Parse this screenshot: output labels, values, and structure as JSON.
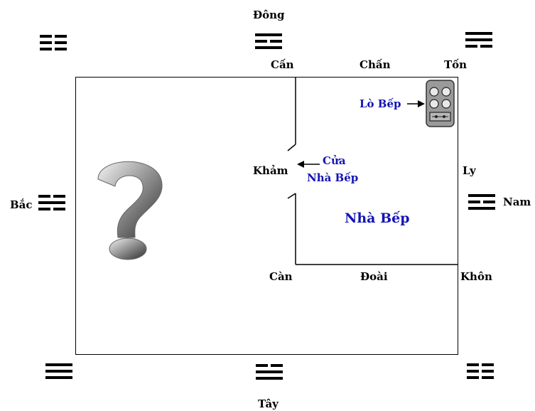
{
  "directions": {
    "east": "Đông",
    "west": "Tây",
    "north": "Bắc",
    "south": "Nam"
  },
  "sectors": {
    "can_mountain": "Cấn",
    "chan": "Chấn",
    "ton": "Tốn",
    "kham": "Khảm",
    "ly": "Ly",
    "can_heaven": "Càn",
    "doai": "Đoài",
    "khon": "Khôn"
  },
  "kitchen": {
    "room_label": "Nhà Bếp",
    "door_line1": "Cửa",
    "door_line2": "Nhà Bếp",
    "stove_label": "Lò Bếp"
  },
  "unknown_symbol": "?",
  "trigrams": {
    "top_left": [
      "broken",
      "broken",
      "broken"
    ],
    "top_center": [
      "solid",
      "broken",
      "solid"
    ],
    "top_right": [
      "solid",
      "solid",
      "broken"
    ],
    "left": [
      "broken",
      "solid",
      "broken"
    ],
    "right": [
      "solid",
      "broken",
      "solid"
    ],
    "bottom_left": [
      "solid",
      "solid",
      "solid"
    ],
    "bottom_center": [
      "broken",
      "solid",
      "solid"
    ],
    "bottom_right": [
      "broken",
      "broken",
      "broken"
    ]
  },
  "colors": {
    "label_blue": "#1414b4",
    "line": "#000000",
    "stove_body": "#9a9a9a"
  }
}
